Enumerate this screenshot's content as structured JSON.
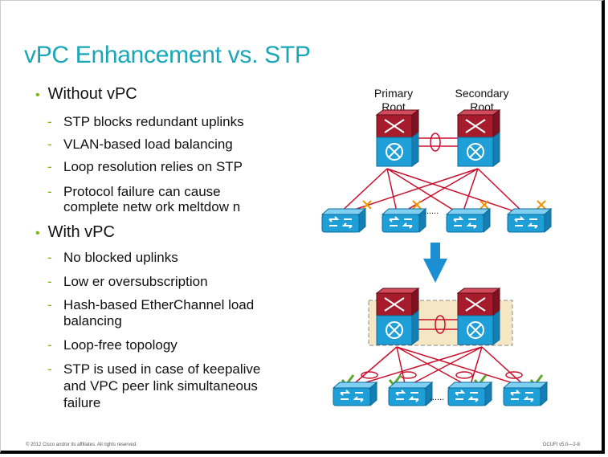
{
  "slide": {
    "title": "vPC Enhancement  vs. STP",
    "bullets": [
      {
        "text": "Without vPC",
        "sub": [
          [
            "STP blocks redundant uplinks"
          ],
          [
            "VLAN-based load balancing"
          ],
          [
            "Loop resolution relies on STP"
          ],
          [
            "Protocol failure can cause",
            "complete  netw ork meltdow n"
          ]
        ]
      },
      {
        "text": "With vPC",
        "sub": [
          [
            "No blocked uplinks"
          ],
          [
            "Low er oversubscription"
          ],
          [
            "Hash-based EtherChannel  load",
            "balancing"
          ],
          [
            "Loop-free topology"
          ],
          [
            "STP is used in case of keepalive",
            "and VPC peer link simultaneous",
            "failure"
          ]
        ]
      }
    ],
    "footer_left": "© 2012 Cisco and/or its affiliates. All rights reserved.",
    "footer_right": "DCUFI v5.0—2-8"
  },
  "diagram": {
    "primary_label": [
      "Primary",
      "Root"
    ],
    "secondary_label": [
      "Secondary",
      "Root"
    ],
    "ellipsis": "......",
    "colors": {
      "link": "#c8102e",
      "switch": "#1f9fd8",
      "core_top": "#a61c2d",
      "blocked": "#f39200",
      "check": "#5aa832",
      "arrow": "#1b8fd2",
      "vpc_box": "#f6e7c4"
    }
  }
}
